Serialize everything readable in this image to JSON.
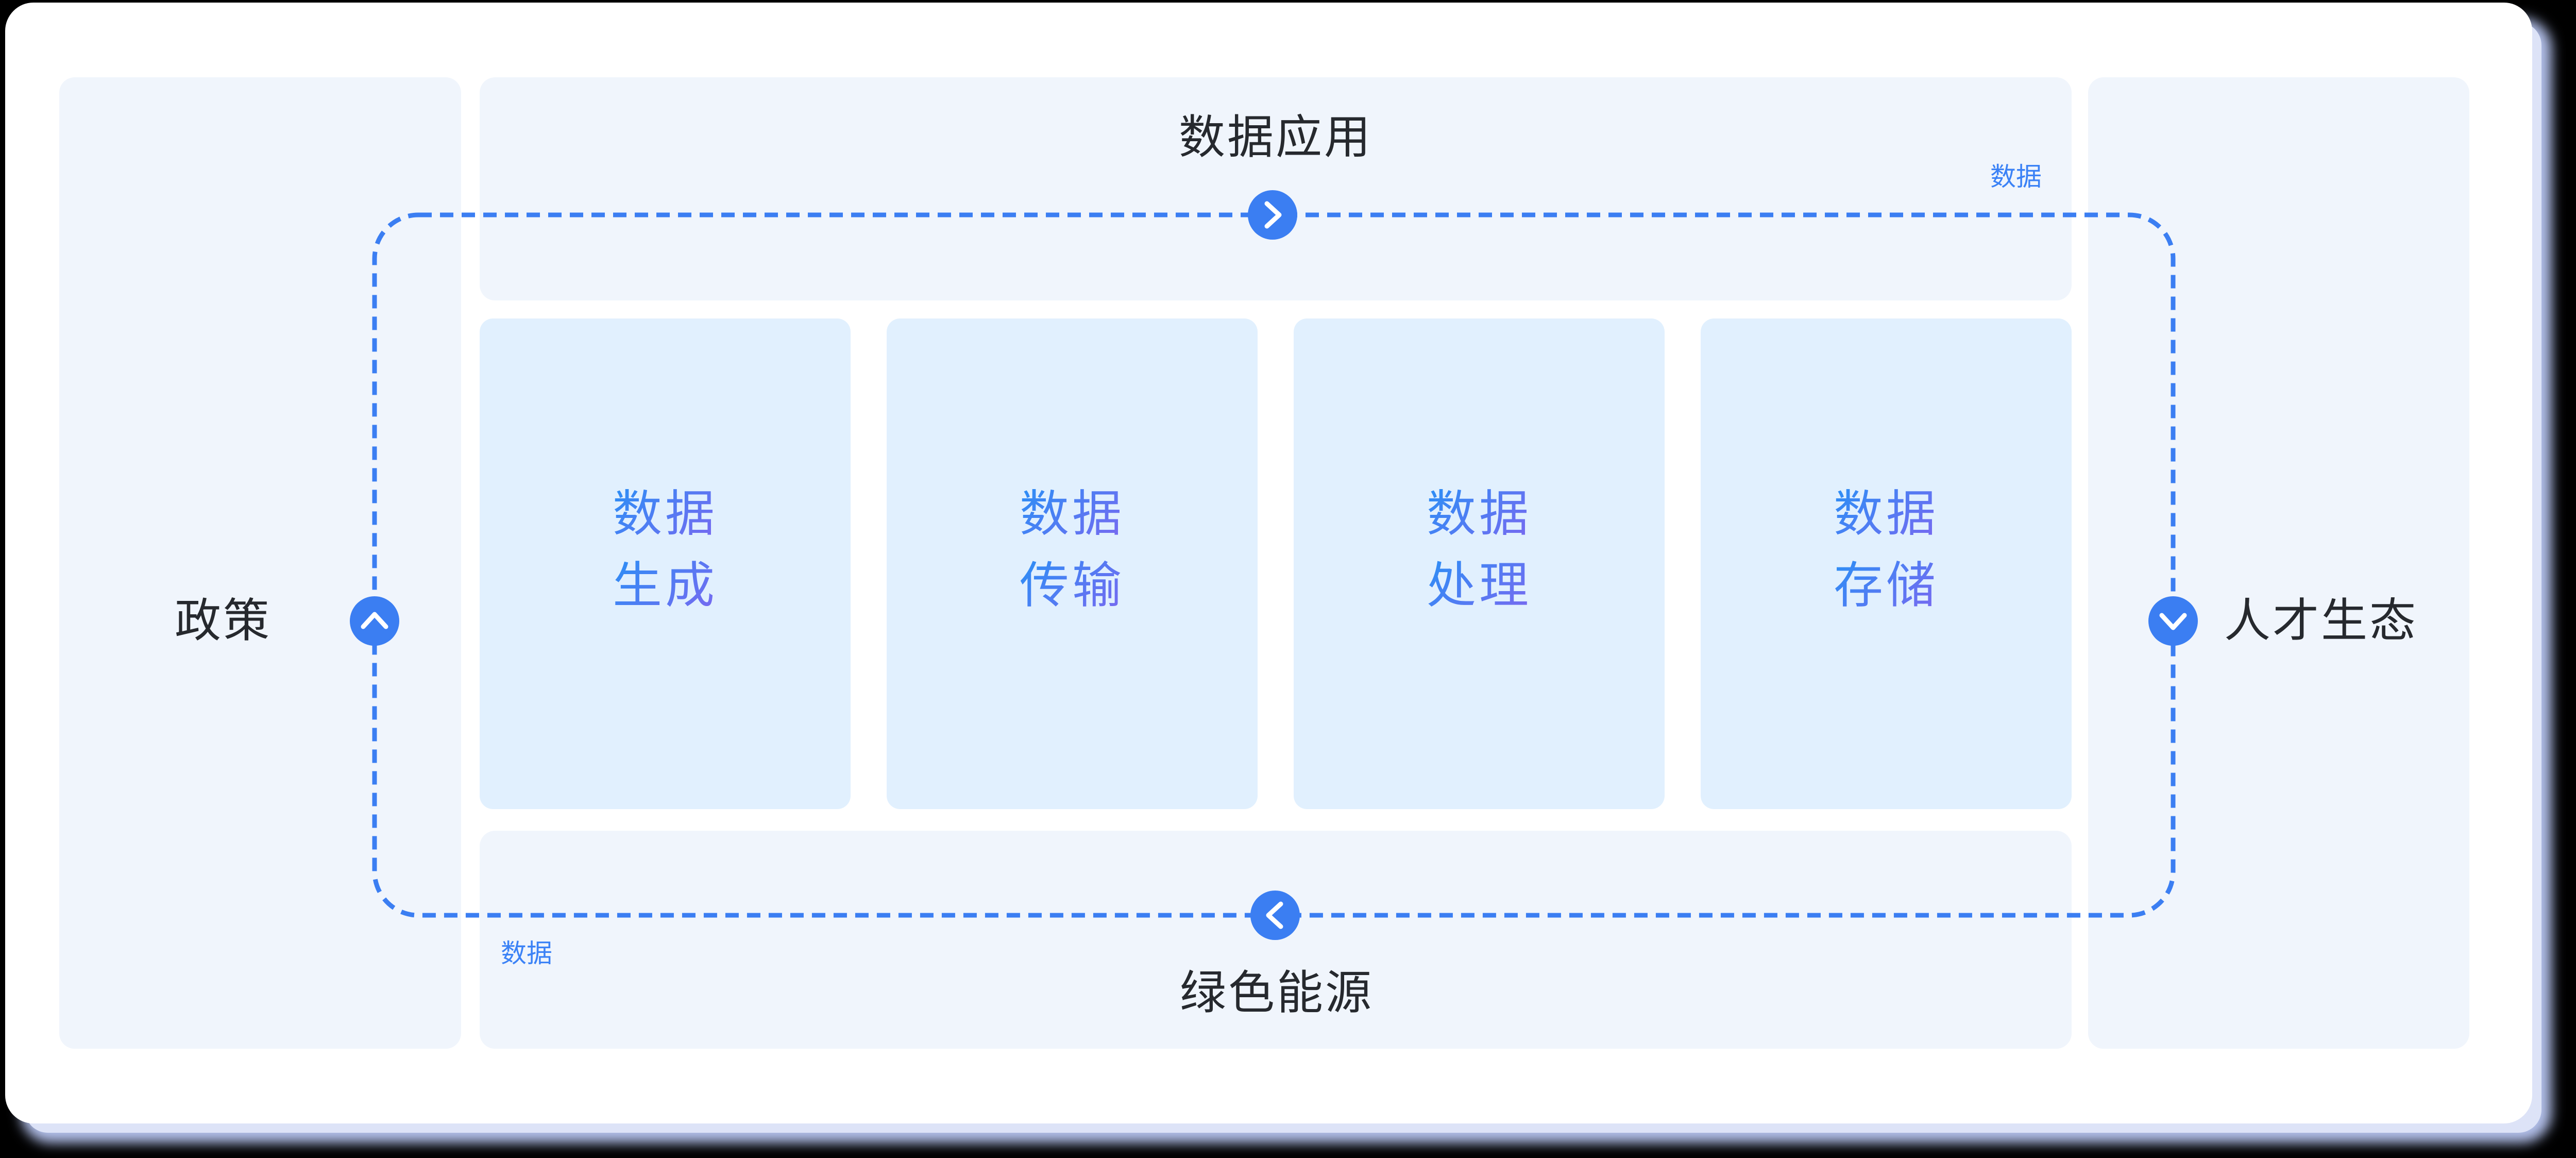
{
  "diagram": {
    "top_banner": {
      "label": "数据应用"
    },
    "bottom_banner": {
      "label": "绿色能源"
    },
    "left_panel": {
      "label": "政策"
    },
    "right_panel": {
      "label": "人才生态"
    },
    "boxes": [
      {
        "lines": [
          "数据",
          "生成"
        ]
      },
      {
        "lines": [
          "数据",
          "传输"
        ]
      },
      {
        "lines": [
          "数据",
          "处理"
        ]
      },
      {
        "lines": [
          "数据",
          "存储"
        ]
      }
    ],
    "flow_labels": {
      "top": "数据",
      "bottom": "数据"
    },
    "arrows": [
      {
        "icon": "chevron-right-icon",
        "position": "top"
      },
      {
        "icon": "chevron-down-icon",
        "position": "right"
      },
      {
        "icon": "chevron-left-icon",
        "position": "bottom"
      },
      {
        "icon": "chevron-up-icon",
        "position": "left"
      }
    ],
    "colors": {
      "accent_blue": "#3b7ef2",
      "flow_label_blue": "#3b82f6",
      "box_background": "#e1f0fe",
      "panel_background": "#f0f5fc",
      "card_background": "#ffffff",
      "page_background": "#000000",
      "heading_text": "#26292e",
      "box_text_gradient_start": "#2f8df5",
      "box_text_gradient_end": "#7a68f0",
      "card_shadow": "#b2bfe9"
    }
  }
}
